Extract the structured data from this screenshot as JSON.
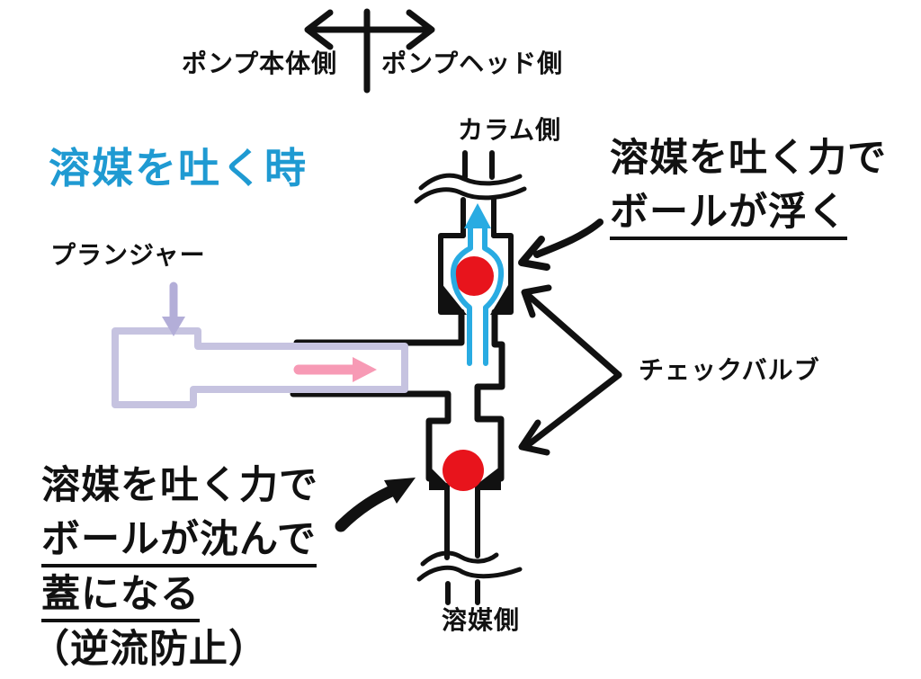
{
  "colors": {
    "ink": "#111111",
    "heading_blue": "#1f9ad2",
    "flow_blue": "#29abe2",
    "ball_red": "#e8141c",
    "plunger_lavender": "#c6c3e0",
    "plunger_arrow": "#b3aed8",
    "flow_pink": "#f79ab5"
  },
  "header": {
    "pump_body_side": "ポンプ本体側",
    "pump_head_side": "ポンプヘッド側"
  },
  "title": "溶媒を吐く時",
  "labels": {
    "column_side": "カラム側",
    "plunger": "プランジャー",
    "check_valve": "チェックバルブ",
    "solvent_side": "溶媒側"
  },
  "notes": {
    "upper": {
      "line1": "溶媒を吐く力で",
      "line2": "ボールが浮く"
    },
    "lower": {
      "line1": "溶媒を吐く力で",
      "line2": "ボールが沈んで",
      "line3": "蓋になる",
      "line4": "（逆流防止）"
    }
  }
}
